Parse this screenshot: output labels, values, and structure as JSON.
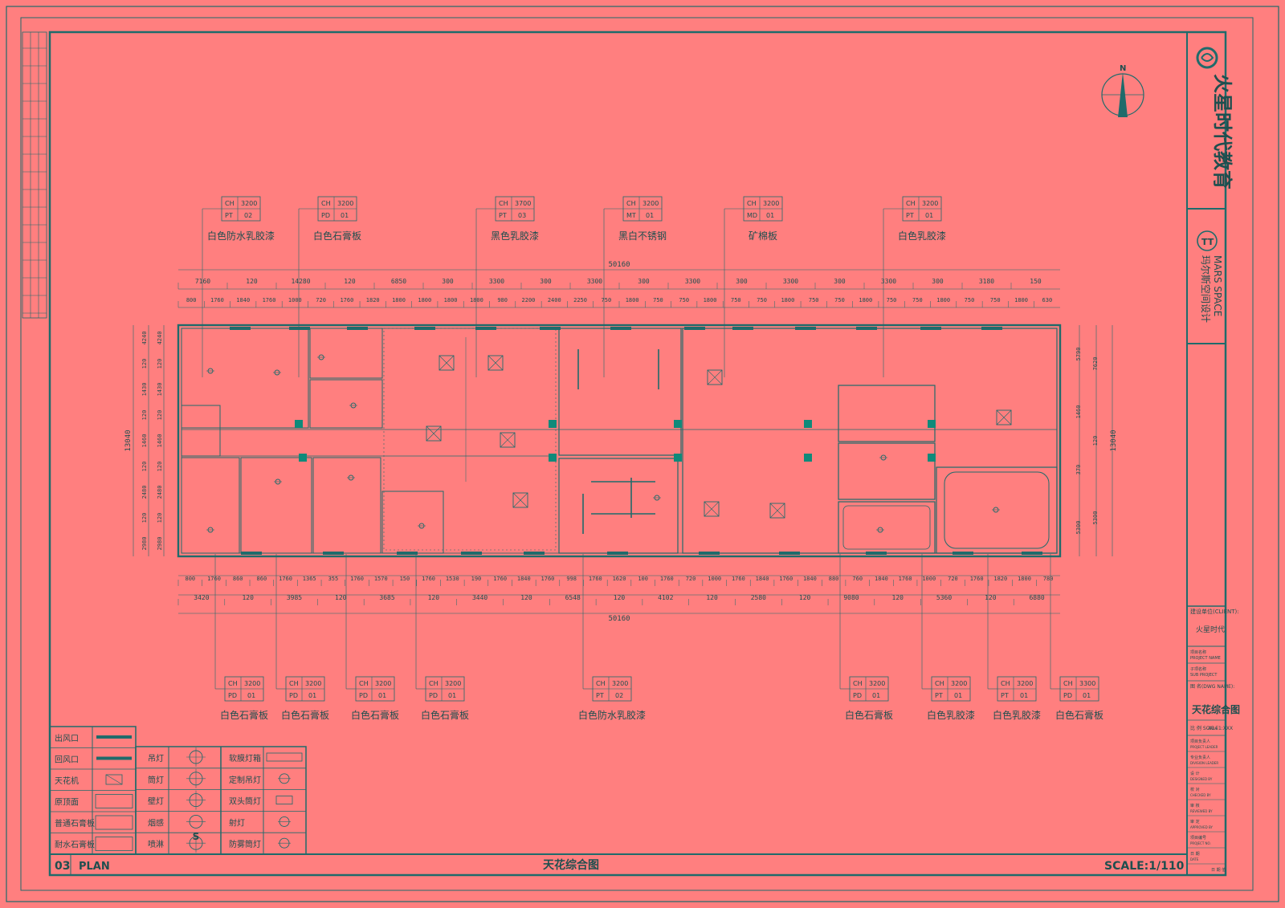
{
  "sheet": {
    "number": "03",
    "view": "PLAN",
    "title": "天花综合图",
    "scale": "SCALE:1/110"
  },
  "compass": {
    "label": "N"
  },
  "title_block": {
    "brand": "火星时代教育",
    "brand_en": "MARS SPACE",
    "brand_cn2": "玛尔斯空间设计",
    "client_label": "建设单位(CLIENT):",
    "client": "火星时代",
    "project_label_cn": "项目名称",
    "project_label_en": "PROJECT NAME",
    "subproject_label_cn": "子项名称",
    "subproject_label_en": "SUB PROJECT",
    "drawing_label": "图 名(DWG NAME):",
    "drawing_name": "天花综合图",
    "scale_label": "比 例 SCALE",
    "scale_value": "A3=1:XXX",
    "rows": [
      {
        "cn": "项目负责人",
        "en": "PROJECT LEADER"
      },
      {
        "cn": "专业负责人",
        "en": "DIVISION LEADER"
      },
      {
        "cn": "设 计",
        "en": "DESIGNED BY"
      },
      {
        "cn": "校 对",
        "en": "CHECKED BY"
      },
      {
        "cn": "审 核",
        "en": "REVIEWED BY"
      },
      {
        "cn": "审 定",
        "en": "APPROVED BY"
      },
      {
        "cn": "项目编号",
        "en": "PROJECT NO."
      },
      {
        "cn": "日 期",
        "en": "DATE"
      }
    ],
    "date_value": "日 期 值"
  },
  "top_tags": [
    {
      "row1": [
        "CH",
        "3200"
      ],
      "row2": [
        "PT",
        "02"
      ],
      "label": "白色防水乳胶漆"
    },
    {
      "row1": [
        "CH",
        "3200"
      ],
      "row2": [
        "PD",
        "01"
      ],
      "label": "白色石膏板"
    },
    {
      "row1": [
        "CH",
        "3700"
      ],
      "row2": [
        "PT",
        "03"
      ],
      "label": "黑色乳胶漆"
    },
    {
      "row1": [
        "CH",
        "3200"
      ],
      "row2": [
        "MT",
        "01"
      ],
      "label": "黑白不锈钢"
    },
    {
      "row1": [
        "CH",
        "3200"
      ],
      "row2": [
        "MD",
        "01"
      ],
      "label": "矿棉板"
    },
    {
      "row1": [
        "CH",
        "3200"
      ],
      "row2": [
        "PT",
        "01"
      ],
      "label": "白色乳胶漆"
    }
  ],
  "bottom_tags": [
    {
      "row1": [
        "CH",
        "3200"
      ],
      "row2": [
        "PD",
        "01"
      ],
      "label": "白色石膏板"
    },
    {
      "row1": [
        "CH",
        "3200"
      ],
      "row2": [
        "PD",
        "01"
      ],
      "label": "白色石膏板"
    },
    {
      "row1": [
        "CH",
        "3200"
      ],
      "row2": [
        "PD",
        "01"
      ],
      "label": "白色石膏板"
    },
    {
      "row1": [
        "CH",
        "3200"
      ],
      "row2": [
        "PD",
        "01"
      ],
      "label": "白色石膏板"
    },
    {
      "row1": [
        "CH",
        "3200"
      ],
      "row2": [
        "PT",
        "02"
      ],
      "label": "白色防水乳胶漆"
    },
    {
      "row1": [
        "CH",
        "3200"
      ],
      "row2": [
        "PD",
        "01"
      ],
      "label": "白色石膏板"
    },
    {
      "row1": [
        "CH",
        "3200"
      ],
      "row2": [
        "PT",
        "01"
      ],
      "label": "白色乳胶漆"
    },
    {
      "row1": [
        "CH",
        "3200"
      ],
      "row2": [
        "PT",
        "01"
      ],
      "label": "白色乳胶漆"
    },
    {
      "row1": [
        "CH",
        "3300"
      ],
      "row2": [
        "PD",
        "01"
      ],
      "label": "白色石膏板"
    }
  ],
  "dims": {
    "top_total": "50160",
    "top_row1": [
      "7160",
      "120",
      "14280",
      "120",
      "6850",
      "300",
      "3300",
      "300",
      "3300",
      "300",
      "3300",
      "300",
      "3300",
      "300",
      "3300",
      "300",
      "3180",
      "150"
    ],
    "top_row2": [
      "800",
      "1760",
      "1840",
      "1760",
      "1000",
      "720",
      "1760",
      "1820",
      "1800",
      "1800",
      "1800",
      "1800",
      "980",
      "2200",
      "2400",
      "2250",
      "750",
      "1800",
      "750",
      "750",
      "1800",
      "750",
      "750",
      "1800",
      "750",
      "750",
      "1800",
      "750",
      "750",
      "1800",
      "750",
      "750",
      "1800",
      "630"
    ],
    "bottom_row1": [
      "800",
      "1760",
      "860",
      "860",
      "1760",
      "1365",
      "355",
      "1760",
      "1570",
      "150",
      "1760",
      "1530",
      "190",
      "1760",
      "1840",
      "1760",
      "998",
      "1760",
      "1620",
      "100",
      "1760",
      "720",
      "1000",
      "1760",
      "1840",
      "1760",
      "1840",
      "880",
      "760",
      "1840",
      "1760",
      "1000",
      "720",
      "1760",
      "1820",
      "1800",
      "780"
    ],
    "bottom_row2": [
      "3420",
      "120",
      "3985",
      "120",
      "3685",
      "120",
      "3440",
      "120",
      "6548",
      "120",
      "4102",
      "120",
      "2580",
      "120",
      "9080",
      "120",
      "5360",
      "120",
      "6880"
    ],
    "bottom_total": "50160",
    "left_outer": [
      "4240",
      "120",
      "1430",
      "120",
      "1460",
      "120",
      "2480",
      "120",
      "2980"
    ],
    "left_inner": [
      "4240",
      "120",
      "1430",
      "120",
      "1460",
      "120",
      "2480",
      "120",
      "2980"
    ],
    "left_total": "13040",
    "right_inner": [
      "5790",
      "1460",
      "370",
      "5300"
    ],
    "right_outer": [
      "7620",
      "120",
      "5300"
    ],
    "right_total": "13040"
  },
  "legend": {
    "left": [
      {
        "label": "出风口",
        "sym": "vent-out"
      },
      {
        "label": "回风口",
        "sym": "vent-return"
      },
      {
        "label": "天花机",
        "sym": "ac-unit"
      },
      {
        "label": "原顶面",
        "sym": "orig-ceiling"
      },
      {
        "label": "普通石膏板",
        "sym": "gypsum"
      },
      {
        "label": "耐水石膏板",
        "sym": "wr-gypsum"
      }
    ],
    "mid": [
      {
        "label": "吊灯",
        "sym": "pendant"
      },
      {
        "label": "筒灯",
        "sym": "downlight"
      },
      {
        "label": "壁灯",
        "sym": "wall-lamp"
      },
      {
        "label": "烟感",
        "sym": "smoke"
      },
      {
        "label": "喷淋",
        "sym": "sprinkler"
      }
    ],
    "right": [
      {
        "label": "软膜灯箱",
        "sym": "film-light"
      },
      {
        "label": "定制吊灯",
        "sym": "custom-pendant"
      },
      {
        "label": "双头筒灯",
        "sym": "double-downlight"
      },
      {
        "label": "射灯",
        "sym": "spot"
      },
      {
        "label": "防雾筒灯",
        "sym": "fog-downlight"
      }
    ],
    "smoke_glyph": "S"
  },
  "colors": {
    "bg": "#ff7f7f",
    "line": "#1f6b6b",
    "text": "#1f4f4f",
    "accent": "#0f8a7a"
  }
}
